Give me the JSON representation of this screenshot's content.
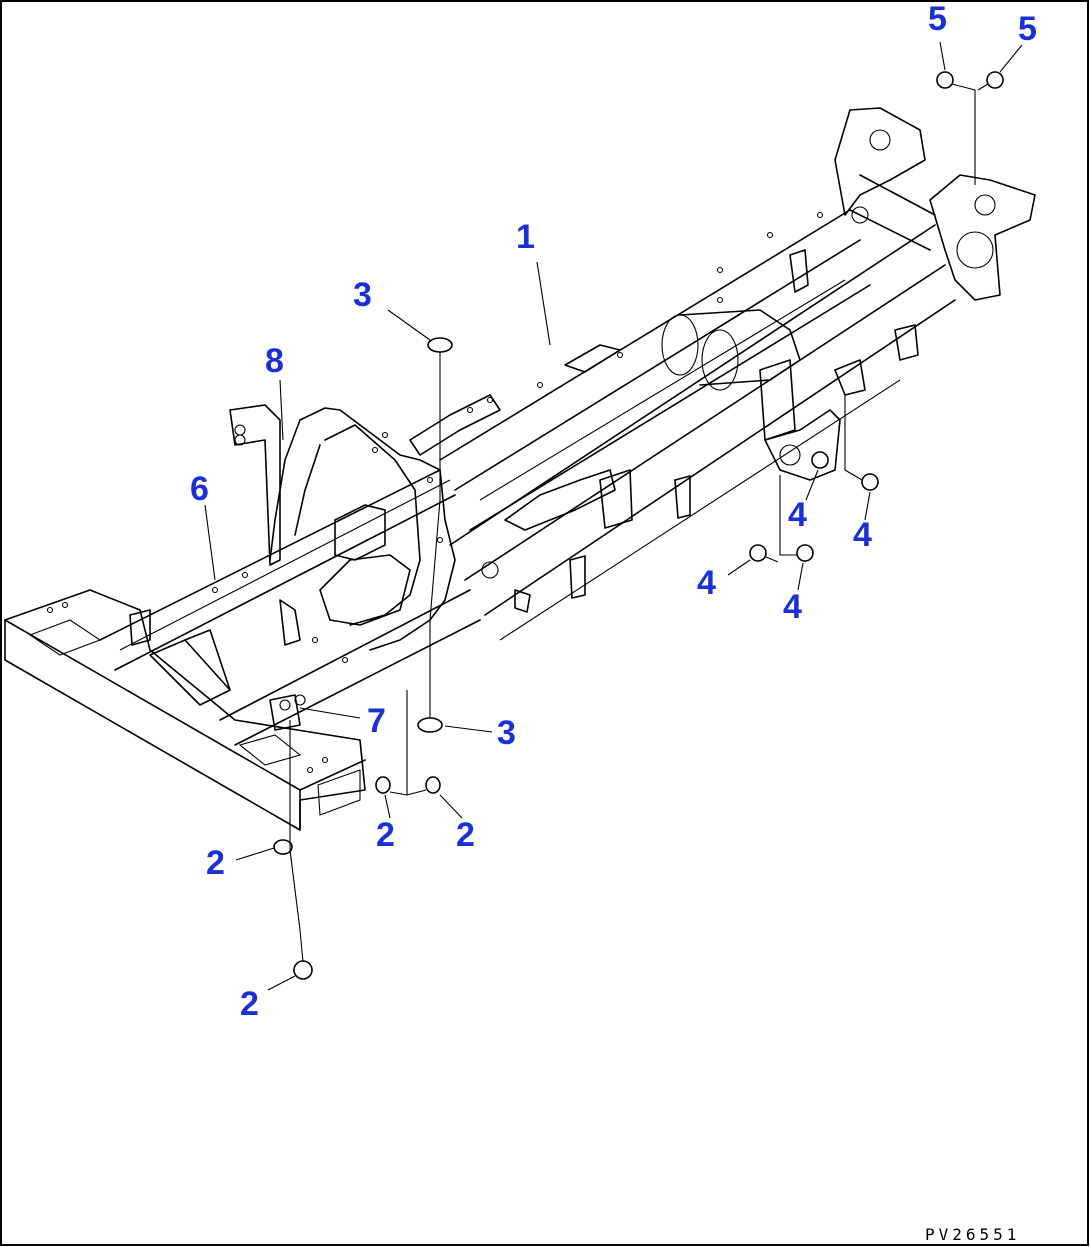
{
  "drawing_id": "PV26551",
  "callouts": [
    {
      "id": "c1",
      "label": "1"
    },
    {
      "id": "c2a",
      "label": "2"
    },
    {
      "id": "c2b",
      "label": "2"
    },
    {
      "id": "c2c",
      "label": "2"
    },
    {
      "id": "c2d",
      "label": "2"
    },
    {
      "id": "c3a",
      "label": "3"
    },
    {
      "id": "c3b",
      "label": "3"
    },
    {
      "id": "c4a",
      "label": "4"
    },
    {
      "id": "c4b",
      "label": "4"
    },
    {
      "id": "c4c",
      "label": "4"
    },
    {
      "id": "c4d",
      "label": "4"
    },
    {
      "id": "c5a",
      "label": "5"
    },
    {
      "id": "c5b",
      "label": "5"
    },
    {
      "id": "c6",
      "label": "6"
    },
    {
      "id": "c7",
      "label": "7"
    },
    {
      "id": "c8",
      "label": "8"
    }
  ],
  "colors": {
    "callout": "#1a2fd6",
    "line": "#000000",
    "background": "#ffffff"
  }
}
